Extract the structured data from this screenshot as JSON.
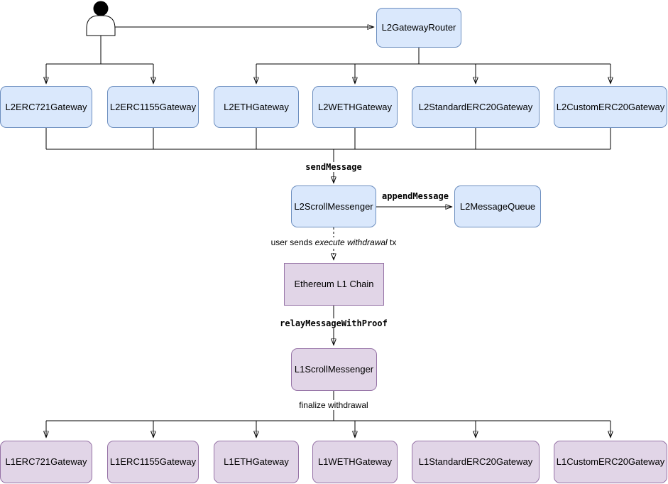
{
  "colors": {
    "l2_fill": "#dae8fc",
    "l2_stroke": "#6c8ebf",
    "l1_fill": "#e1d5e7",
    "l1_stroke": "#9673a6",
    "line": "#000000",
    "actor": "#000000",
    "background": "#ffffff"
  },
  "icons": {
    "actor": "person-silhouette"
  },
  "nodes": {
    "l2GatewayRouter": "L2GatewayRouter",
    "l2ERC721Gateway": "L2ERC721Gateway",
    "l2ERC1155Gateway": "L2ERC1155Gateway",
    "l2ETHGateway": "L2ETHGateway",
    "l2WETHGateway": "L2WETHGateway",
    "l2StandardERC20Gateway": "L2StandardERC20Gateway",
    "l2CustomERC20Gateway": "L2CustomERC20Gateway",
    "l2ScrollMessenger": "L2ScrollMessenger",
    "l2MessageQueue": "L2MessageQueue",
    "ethereumL1Chain": "Ethereum L1 Chain",
    "l1ScrollMessenger": "L1ScrollMessenger",
    "l1ERC721Gateway": "L1ERC721Gateway",
    "l1ERC1155Gateway": "L1ERC1155Gateway",
    "l1ETHGateway": "L1ETHGateway",
    "l1WETHGateway": "L1WETHGateway",
    "l1StandardERC20Gateway": "L1StandardERC20Gateway",
    "l1CustomERC20Gateway": "L1CustomERC20Gateway"
  },
  "edge_labels": {
    "send_message": "sendMessage",
    "append_message": "appendMessage",
    "user_sends_prefix": "user sends ",
    "user_sends_italic": "execute withdrawal",
    "user_sends_suffix": " tx",
    "relay_message": "relayMessageWithProof",
    "finalize_withdrawal": "finalize withdrawal"
  }
}
